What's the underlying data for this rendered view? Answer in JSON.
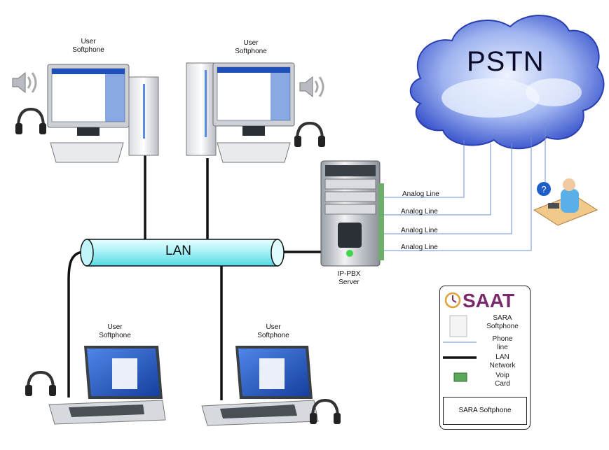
{
  "cloud_label": "PSTN",
  "lan_label": "LAN",
  "workstations": [
    {
      "label": "User\nSoftphone"
    },
    {
      "label": "User\nSoftphone"
    },
    {
      "label": "User\nSoftphone"
    },
    {
      "label": "User\nSoftphone"
    }
  ],
  "server_label": "IP-PBX\nServer",
  "analog_lines": [
    "Analog Line",
    "Analog Line",
    "Analog Line",
    "Analog Line"
  ],
  "legend": {
    "logo_text": "SAAT",
    "items": [
      {
        "label": "SARA\nSoftphone"
      },
      {
        "label": "Phone\nline"
      },
      {
        "label": "LAN\nNetwork"
      },
      {
        "label": "Voip\nCard"
      }
    ],
    "footer": "SARA Softphone"
  },
  "colors": {
    "cloud": "#3b57d8",
    "lan_tube": "#a9f3f7",
    "phone_line": "#6a8fd0",
    "lan_wire": "#111111",
    "logo": "#7a2a6b",
    "screen": "#1f4fb8"
  }
}
